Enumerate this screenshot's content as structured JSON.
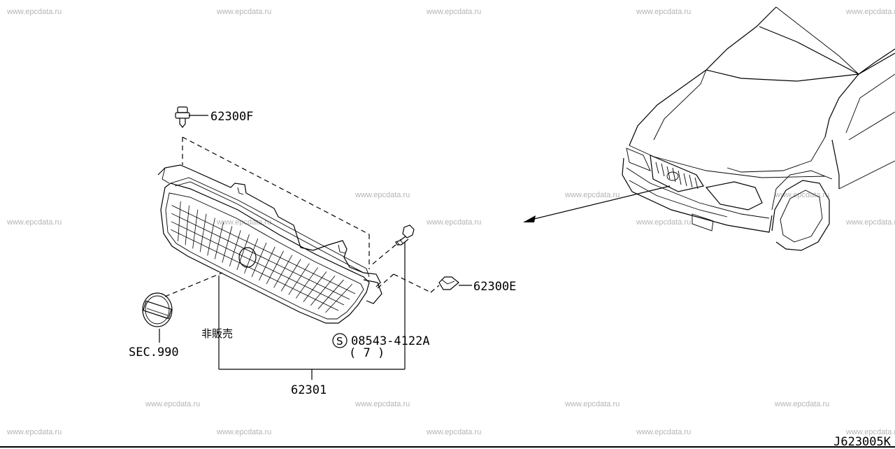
{
  "watermark": "www.epcdata.ru",
  "parts": {
    "clip_top": "62300F",
    "clip_side": "62300E",
    "screw": "08543-4122A",
    "screw_qty": "( 7 )",
    "grille": "62301",
    "not_for_sale": "非販売",
    "emblem_ref": "SEC.990"
  },
  "screw_symbol": "S",
  "diagram_code": "J623005K",
  "icons": [
    "clip-icon",
    "screw-icon",
    "emblem-icon",
    "grille-icon",
    "car-front-icon",
    "location-arrow-icon"
  ]
}
